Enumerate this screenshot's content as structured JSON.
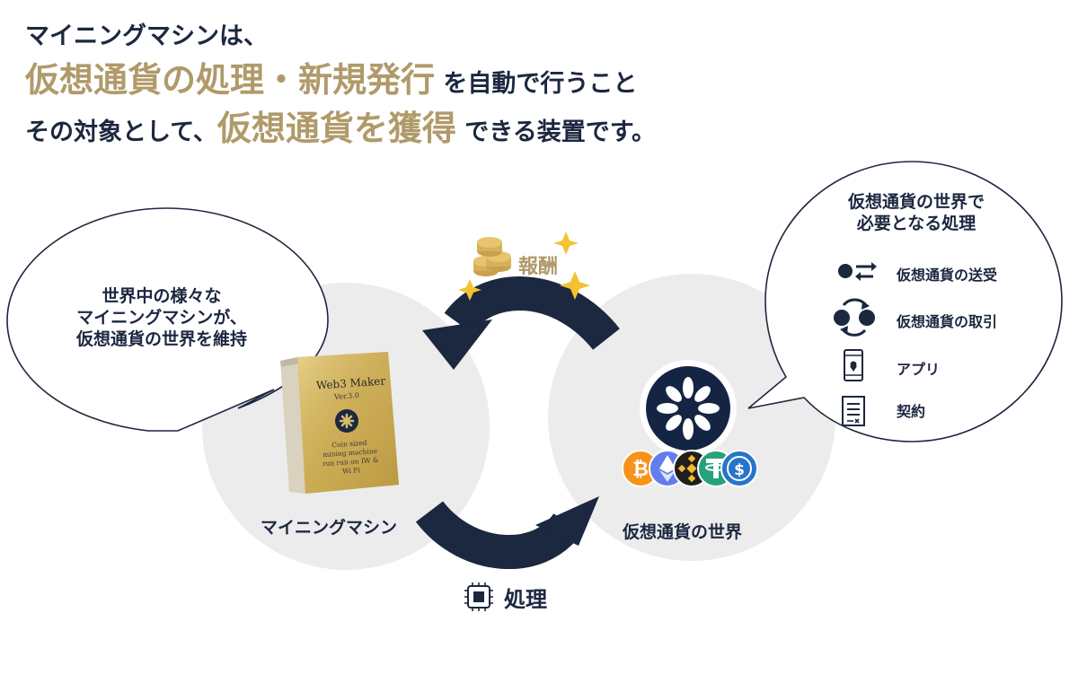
{
  "headline": {
    "line1": "マイニングマシンは、",
    "line2_highlight": "仮想通貨の処理・新規発行",
    "line2_rest": "を自動で行うこと",
    "line3_pre": "その対象として、",
    "line3_highlight": "仮想通貨を獲得",
    "line3_post": "できる装置です。"
  },
  "left_bubble": {
    "line1": "世界中の様々な",
    "line2": "マイニングマシンが、",
    "line3": "仮想通貨の世界を維持"
  },
  "right_bubble": {
    "title_line1": "仮想通貨の世界で",
    "title_line2": "必要となる処理",
    "items": [
      {
        "icon": "transfer-icon",
        "label": "仮想通貨の送受"
      },
      {
        "icon": "exchange-icon",
        "label": "仮想通貨の取引"
      },
      {
        "icon": "smartphone-app-icon",
        "label": "アプリ"
      },
      {
        "icon": "contract-document-icon",
        "label": "契約"
      }
    ]
  },
  "reward_label": "報酬",
  "process_label": "処理",
  "mining_machine_label": "マイニングマシン",
  "crypto_world_label": "仮想通貨の世界",
  "box": {
    "title": "Web3 Maker",
    "version": "Ver.3.0",
    "sub_line1": "Coin sized",
    "sub_line2": "mining machine",
    "sub_line3": "run run on IW & Wi Fi"
  },
  "colors": {
    "navy": "#1c2740",
    "gold": "#b09a6a",
    "circle_bg": "#ececec",
    "bitcoin": "#f7931a",
    "ethereum": "#627eea",
    "binance": "#f3ba2f",
    "tether": "#26a17b",
    "usdc": "#2775ca"
  },
  "coins": [
    "bitcoin-icon",
    "ethereum-icon",
    "binance-icon",
    "tether-icon",
    "usdc-icon"
  ]
}
